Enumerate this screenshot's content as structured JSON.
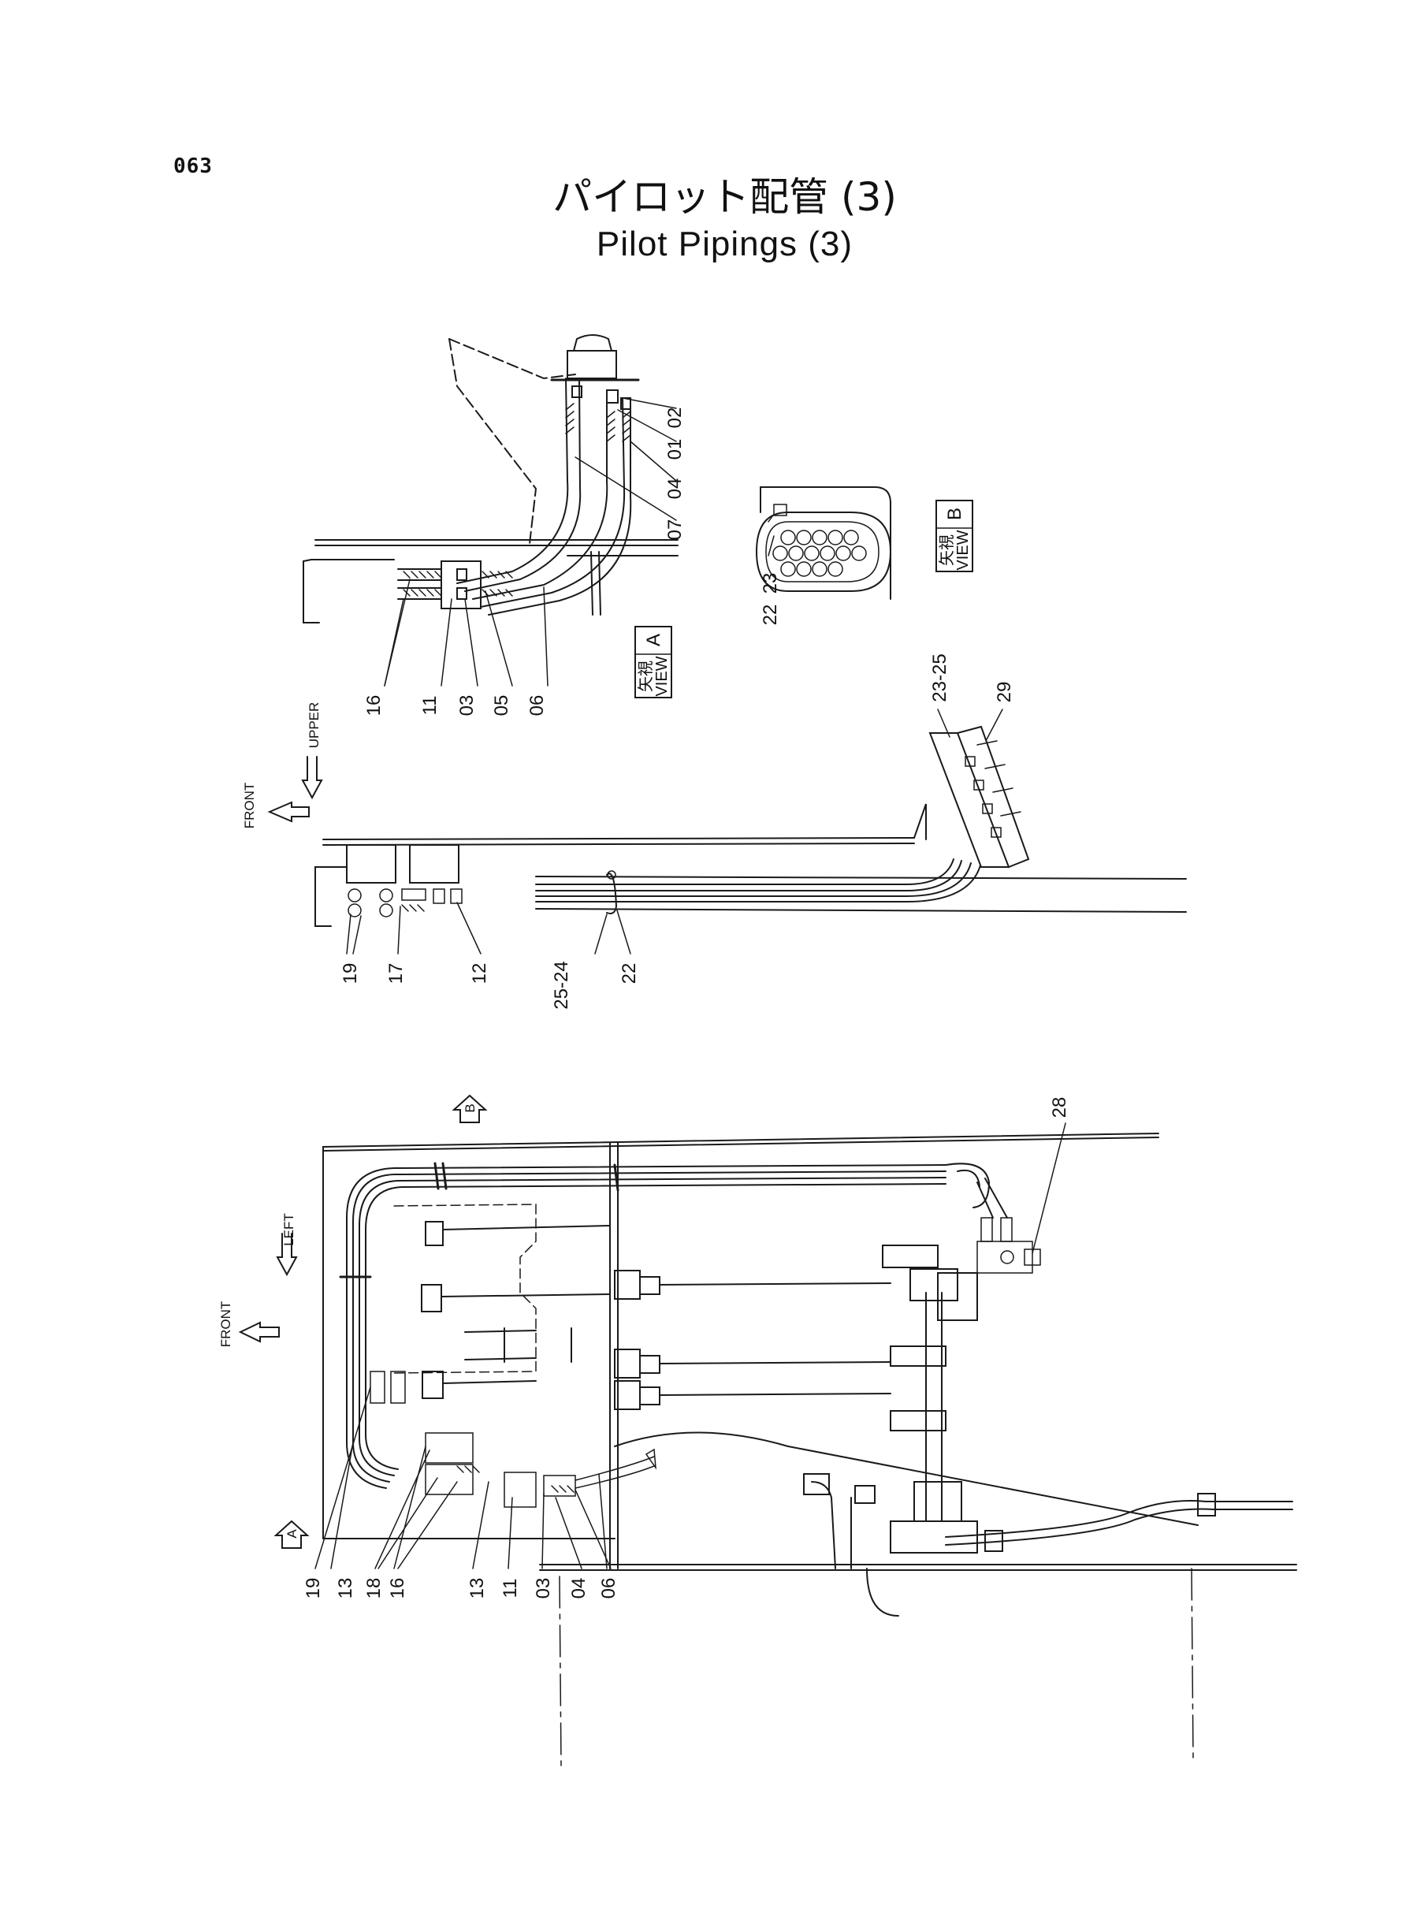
{
  "page_number": "063",
  "title_jp": "パイロット配管 (3)",
  "title_en": "Pilot Pipings (3)",
  "view_a": {
    "label_jp": "矢視",
    "label_en": "VIEW",
    "letter": "A"
  },
  "view_b": {
    "label_jp": "矢視",
    "label_en": "VIEW",
    "letter": "B"
  },
  "marker_a": "A",
  "marker_b": "B",
  "direction": {
    "front": "FRONT",
    "upper": "UPPER",
    "left": "LEFT"
  },
  "view_a_callouts": [
    "02",
    "01",
    "04",
    "07",
    "16",
    "11",
    "03",
    "05",
    "06"
  ],
  "view_b_callouts": [
    "22",
    "23"
  ],
  "side_view_callouts": [
    "23-25",
    "29",
    "19",
    "17",
    "12",
    "25-24",
    "22"
  ],
  "plan_view_callouts": [
    "28",
    "19",
    "13",
    "18",
    "16",
    "13",
    "11",
    "03",
    "04",
    "06"
  ]
}
